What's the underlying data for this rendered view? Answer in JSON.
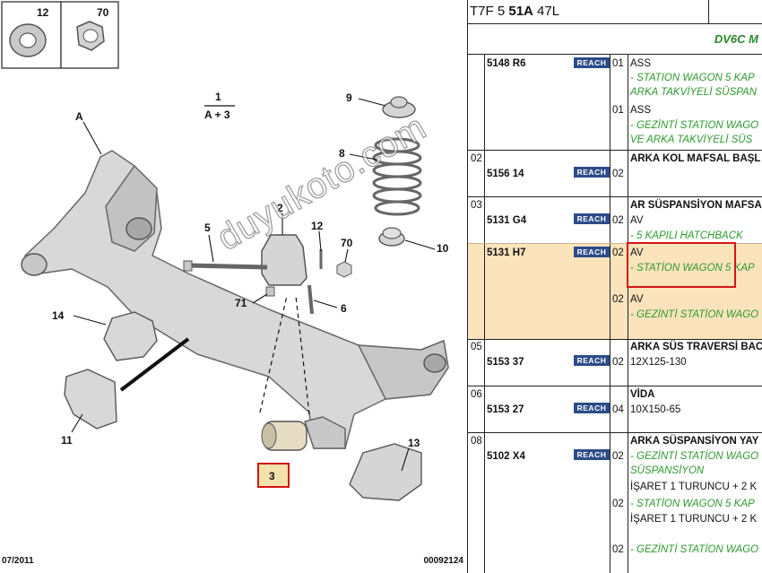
{
  "diagram": {
    "labels": {
      "l12": "12",
      "l70": "70",
      "l1": "1",
      "lA3": "A + 3",
      "lA": "A",
      "l9": "9",
      "l8": "8",
      "l2": "2",
      "l5": "5",
      "l12b": "12",
      "l70b": "70",
      "l10": "10",
      "l14": "14",
      "l71": "71",
      "l6": "6",
      "l11": "11",
      "l3": "3",
      "l13": "13"
    },
    "footer_left": "07/2011",
    "footer_right": "00092124",
    "watermark": "duyukoto.com"
  },
  "parts": {
    "header": {
      "prefix": "T7F 5 ",
      "bold": "51A",
      "suffix": " 47L"
    },
    "engine": "DV6C M",
    "reach": "REACH",
    "rows": [
      {
        "num": "",
        "ref": "5148 R6",
        "lines": [
          {
            "qty": "01",
            "text": "ASS",
            "green": false
          },
          {
            "qty": "",
            "text": "- STATION WAGON 5 KAP",
            "green": true
          },
          {
            "qty": "",
            "text": "ARKA TAKVİYELİ SÜSPAN",
            "green": true
          },
          {
            "qty": "01",
            "text": "ASS",
            "green": false
          },
          {
            "qty": "",
            "text": "- GEZİNTİ STATION WAGO",
            "green": true
          },
          {
            "qty": "",
            "text": "VE ARKA TAKVİYELİ SÜS",
            "green": true
          }
        ]
      },
      {
        "num": "02",
        "ref": "5156 14",
        "lines": [
          {
            "qty": "02",
            "text": "ARKA KOL MAFSAL BAŞL",
            "green": false
          }
        ]
      },
      {
        "num": "03",
        "ref": "5131 G4",
        "title": "AR SÜSPANSİYON MAFSA",
        "lines": [
          {
            "qty": "02",
            "text": "AV",
            "green": false
          },
          {
            "qty": "",
            "text": "- 5 KAPILI HATCHBACK",
            "green": true
          }
        ]
      },
      {
        "num": "",
        "ref": "5131 H7",
        "lines": [
          {
            "qty": "02",
            "text": "AV",
            "green": false
          },
          {
            "qty": "",
            "text": "- STATİON WAGON 5 KAP",
            "green": true
          },
          {
            "qty": "02",
            "text": "AV",
            "green": false
          },
          {
            "qty": "",
            "text": "- GEZİNTİ STATİON WAGO",
            "green": true
          }
        ]
      },
      {
        "num": "05",
        "ref": "5153 37",
        "title": "ARKA SÜS TRAVERSİ BAC",
        "lines": [
          {
            "qty": "02",
            "text": "12X125-130",
            "green": false
          }
        ]
      },
      {
        "num": "06",
        "ref": "5153 27",
        "title": "VİDA",
        "lines": [
          {
            "qty": "04",
            "text": "10X150-65",
            "green": false
          }
        ]
      },
      {
        "num": "08",
        "ref": "5102 X4",
        "title": "ARKA SÜSPANSİYON YAY",
        "lines": [
          {
            "qty": "02",
            "text": "- GEZİNTİ STATİON WAGO",
            "green": true
          },
          {
            "qty": "",
            "text": "SÜSPANSİYON",
            "green": true
          },
          {
            "qty": "",
            "text": "İŞARET 1 TURUNCU + 2 K",
            "green": false
          },
          {
            "qty": "02",
            "text": "- STATİON WAGON 5 KAP",
            "green": true
          },
          {
            "qty": "",
            "text": "İŞARET 1 TURUNCU + 2 K",
            "green": false
          },
          {
            "qty": "02",
            "text": "- GEZİNTİ STATİON WAGO",
            "green": true
          }
        ]
      }
    ]
  }
}
